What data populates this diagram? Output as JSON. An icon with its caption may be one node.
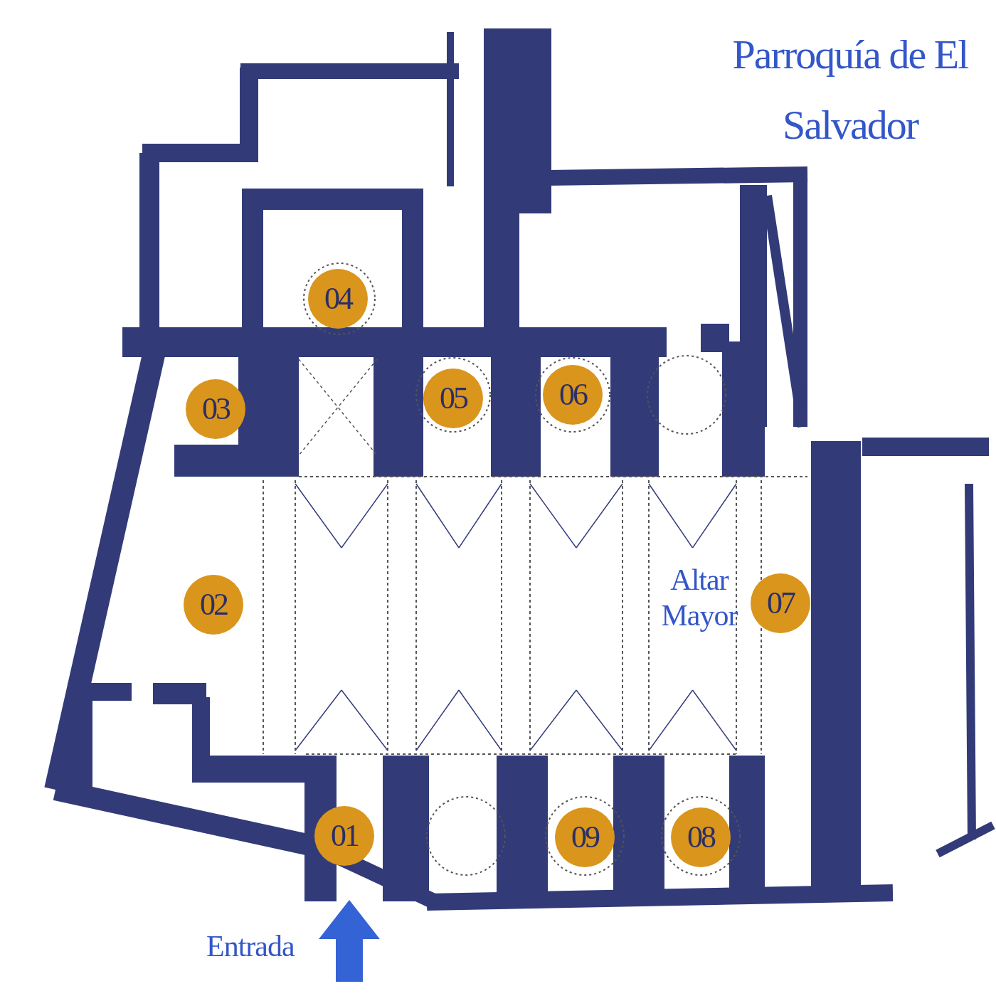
{
  "diagram": {
    "title": "Parroquía de El Salvador",
    "nodes": [
      {
        "text": [
          "04"
        ]
      },
      {
        "text": [
          "03"
        ]
      },
      {
        "text": [
          "05"
        ]
      },
      {
        "text": [
          "06"
        ]
      },
      {
        "text": [
          "02"
        ]
      },
      {
        "text": [
          "07"
        ]
      },
      {
        "text": [
          "01"
        ]
      },
      {
        "text": [
          "09"
        ]
      },
      {
        "text": [
          "08"
        ]
      }
    ],
    "edges": [],
    "labels": [
      "Altar Mayor",
      "Entrada"
    ]
  }
}
